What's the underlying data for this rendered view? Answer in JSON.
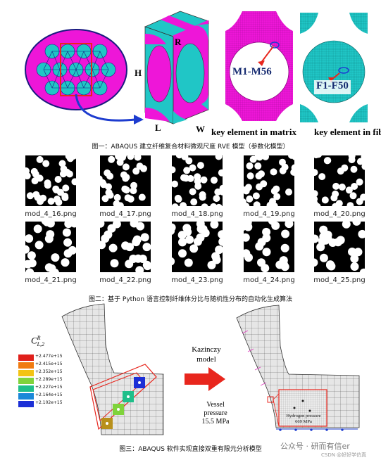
{
  "figure1": {
    "labels": {
      "R": "R",
      "H": "H",
      "L": "L",
      "W": "W",
      "matrix_id": "M1-M56",
      "fiber_id": "F1-F50",
      "key_matrix": "key element in matrix",
      "key_fiber": "key element in fiber"
    },
    "caption": "图一：ABAQUS 建立纤维复合材料微观尺度 RVE 模型（参数化模型）"
  },
  "figure2": {
    "thumbnails": [
      {
        "label": "mod_4_16.png"
      },
      {
        "label": "mod_4_17.png"
      },
      {
        "label": "mod_4_18.png"
      },
      {
        "label": "mod_4_19.png"
      },
      {
        "label": "mod_4_20.png"
      },
      {
        "label": "mod_4_21.png"
      },
      {
        "label": "mod_4_22.png"
      },
      {
        "label": "mod_4_23.png"
      },
      {
        "label": "mod_4_24.png"
      },
      {
        "label": "mod_4_25.png"
      }
    ],
    "caption": "图二：基于 Python 语言控制纤维体分比与随机性分布的自动化生成算法"
  },
  "figure3": {
    "legend_title": "C",
    "legend_sup": "R",
    "legend_sub": "L,2",
    "legend_values": [
      "+2.477e+15",
      "+2.415e+15",
      "+2.352e+15",
      "+2.289e+15",
      "+2.227e+15",
      "+2.164e+15",
      "+2.102e+15"
    ],
    "legend_colors": [
      "#e0201b",
      "#f07a10",
      "#f3c313",
      "#7fd33b",
      "#1fbf8a",
      "#1a88d8",
      "#1c2fd6"
    ],
    "arrow_text_1": "Kazinczy",
    "arrow_text_2": "model",
    "vessel_1": "Vessel",
    "vessel_2": "pressure",
    "vessel_3": "15.5 MPa",
    "hydrogen_1": "Hydrogen pressure",
    "hydrogen_2": "669 MPa",
    "caption": "图三：ABAQUS 软件实现直接双重有限元分析模型"
  },
  "watermark": {
    "brand": "公众号 · 研而有信er",
    "credit": "CSDN @好好学仿真"
  },
  "colors": {
    "magenta": "#ee16d8",
    "cyan": "#20c6c6",
    "dark_blue": "#1a1a80",
    "red": "#e8261d"
  }
}
